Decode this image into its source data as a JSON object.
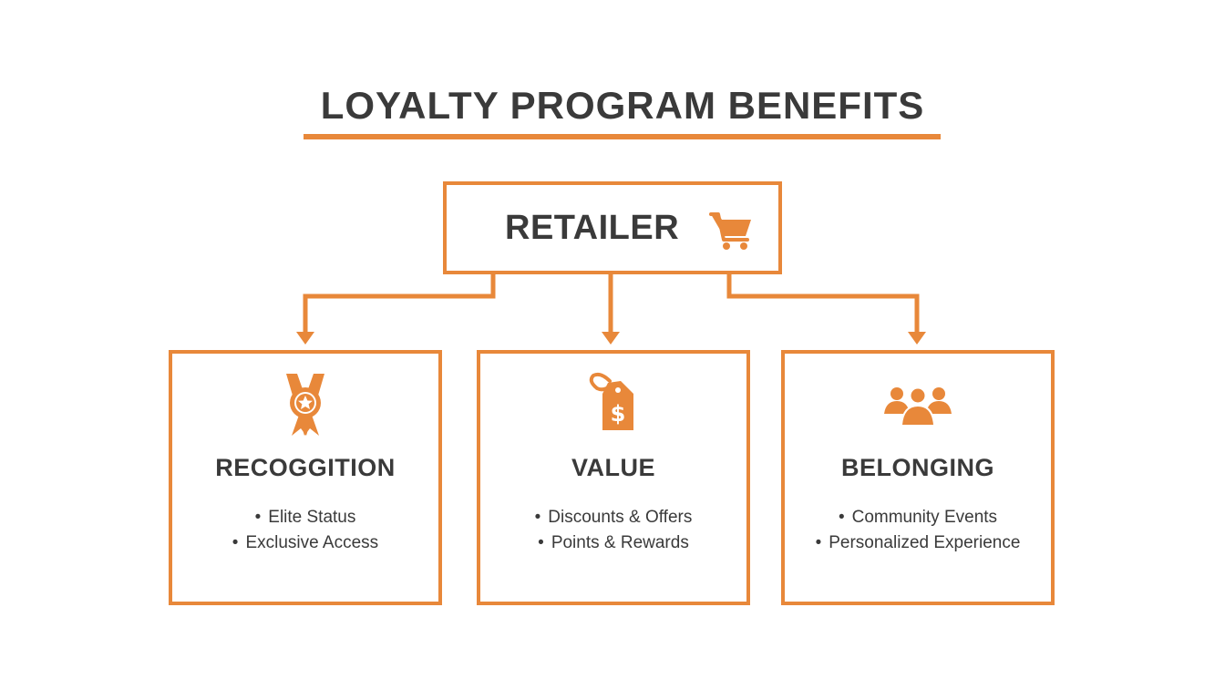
{
  "title": "LOYALTY PROGRAM BENEFITS",
  "colors": {
    "accent": "#e8883a",
    "text": "#3a3a3a",
    "background": "#ffffff"
  },
  "root": {
    "label": "RETAILER",
    "icon": "shopping-cart-icon"
  },
  "cards": [
    {
      "title": "RECOGGITION",
      "icon": "award-ribbon-icon",
      "items": [
        "Elite Status",
        "Exclusive Access"
      ]
    },
    {
      "title": "VALUE",
      "icon": "price-tag-dollar-icon",
      "items": [
        "Discounts & Offers",
        "Points & Rewards"
      ]
    },
    {
      "title": "BELONGING",
      "icon": "people-group-icon",
      "items": [
        "Community Events",
        "Personalized Experience"
      ]
    }
  ],
  "bullet": "•"
}
